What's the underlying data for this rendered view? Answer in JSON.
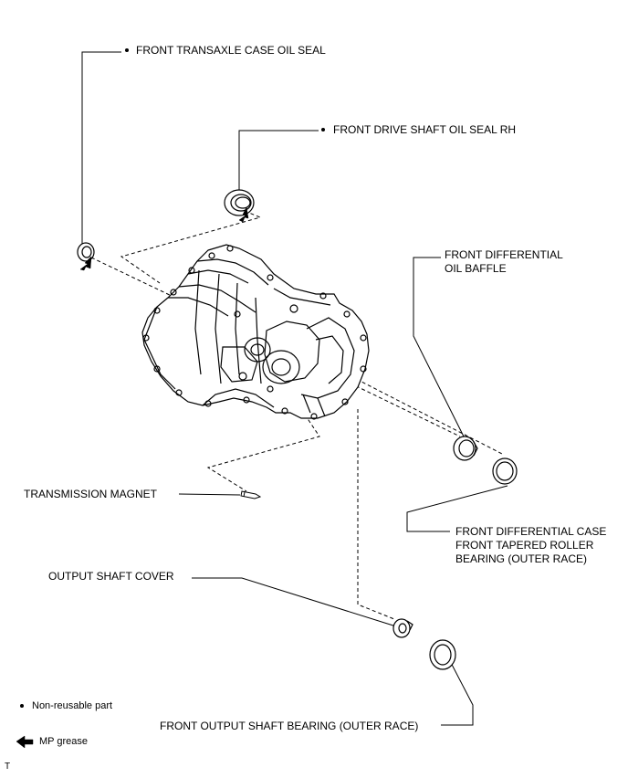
{
  "labels": {
    "front_transaxle_case_oil_seal": "FRONT TRANSAXLE CASE OIL SEAL",
    "front_drive_shaft_oil_seal_rh": "FRONT DRIVE SHAFT OIL SEAL RH",
    "front_differential_oil_baffle": "FRONT DIFFERENTIAL\nOIL BAFFLE",
    "transmission_magnet": "TRANSMISSION MAGNET",
    "front_differential_case_bearing": "FRONT DIFFERENTIAL CASE\nFRONT TAPERED ROLLER\nBEARING (OUTER RACE)",
    "output_shaft_cover": "OUTPUT SHAFT COVER",
    "front_output_shaft_bearing": "FRONT OUTPUT SHAFT BEARING (OUTER RACE)"
  },
  "legend": {
    "non_reusable": "Non-reusable part",
    "mp_grease": "MP grease"
  },
  "corner_mark": "T"
}
